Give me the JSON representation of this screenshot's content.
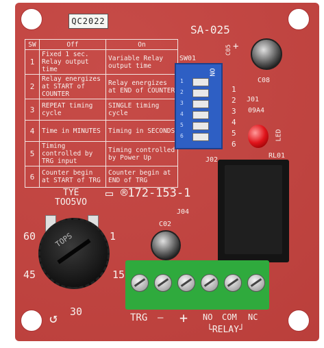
{
  "sticker": "QC2022",
  "model": "SA-025",
  "table": {
    "headers": [
      "SW",
      "Off",
      "On"
    ],
    "rows": [
      {
        "num": "1",
        "off": "Fixed 1 sec. Relay output time",
        "on": "Variable Relay output time"
      },
      {
        "num": "2",
        "off": "Relay energizes at START of COUNTER",
        "on": "Relay energizes at END of COUNTER"
      },
      {
        "num": "3",
        "off": "REPEAT timing cycle",
        "on": "SINGLE timing cycle"
      },
      {
        "num": "4",
        "off": "Time in MINUTES",
        "on": "Timing in SECONDS"
      },
      {
        "num": "5",
        "off": "Timing controlled by TRG input",
        "on": "Timing controlled by Power Up"
      },
      {
        "num": "6",
        "off": "Counter begin at START of TRG",
        "on": "Counter begin at END of TRG"
      }
    ]
  },
  "dip": {
    "ref": "SW01",
    "on_label": "ON",
    "numbers": [
      "1",
      "2",
      "3",
      "4",
      "5",
      "6"
    ],
    "side_numbers": [
      "1",
      "2",
      "3",
      "4",
      "5",
      "6"
    ]
  },
  "labels": {
    "c05": "C05",
    "c08": "C08",
    "j01": "J01",
    "code": "09A4",
    "led": "LED",
    "j02": "J02",
    "rl01": "RL01",
    "tye": "TYE",
    "pot_part": "TOO5VO",
    "logo": "®172-153-1",
    "j04": "J04",
    "c02": "C02",
    "scale_60": "60",
    "scale_1": "1",
    "scale_45": "45",
    "scale_15": "15",
    "scale_30": "30",
    "knob_text": "TOPS"
  },
  "terminal_labels": [
    "TRG",
    "—",
    "+",
    "NO",
    "COM",
    "NC"
  ],
  "relay_group": "RELAY",
  "colors": {
    "board": "#c4423e",
    "terminal": "#2faa3d",
    "dip": "#2e5fc4",
    "led": "#e0141b"
  }
}
